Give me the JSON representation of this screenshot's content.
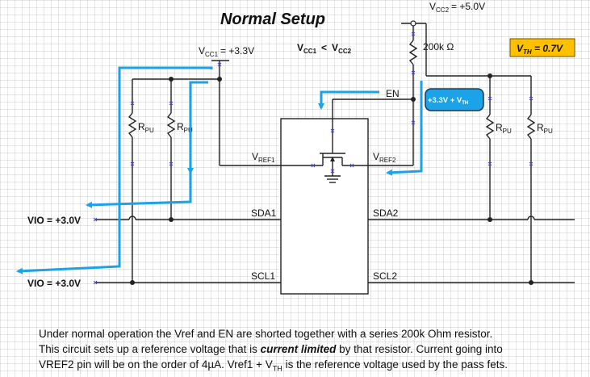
{
  "title": "Normal Setup",
  "vcc1": {
    "main": "V",
    "sub": "CC1",
    "value": "= +3.3V"
  },
  "vcc2": {
    "main": "V",
    "sub": "CC2",
    "value": "= +5.0V"
  },
  "compare": {
    "left_main": "V",
    "left_sub": "CC1",
    "op": "<",
    "right_main": "V",
    "right_sub": "CC2"
  },
  "resistor_200k": "200k Ω",
  "vth_box": {
    "main": "V",
    "sub": "TH",
    "value": " = 0.7V",
    "bg": "#ffc000"
  },
  "vth_badge": {
    "main": "+3.3V + V",
    "sub": "TH",
    "bg": "#1aa3e8"
  },
  "rpu": {
    "main": "R",
    "sub": "PU"
  },
  "pins": {
    "en": "EN",
    "vref1": {
      "main": "V",
      "sub": "REF1"
    },
    "vref2": {
      "main": "V",
      "sub": "REF2"
    },
    "sda1": "SDA1",
    "sda2": "SDA2",
    "scl1": "SCL1",
    "scl2": "SCL2"
  },
  "vio_top": "VIO = +3.0V",
  "vio_bottom": "VIO = +3.0V",
  "description": {
    "line1": "Under normal operation the Vref and EN are shorted together with a series 200k Ohm resistor.",
    "line2_a": "This circuit sets up a reference voltage that is ",
    "line2_em": "current limited",
    "line2_b": " by that resistor.  Current going into",
    "line3_a": "VREF2 pin will be on the order of 4µA.  Vref1 + V",
    "line3_sub": "TH",
    "line3_b": " is the reference voltage used by the pass fets."
  },
  "colors": {
    "flow_arrow": "#1aa3e8",
    "wire": "#222222"
  }
}
